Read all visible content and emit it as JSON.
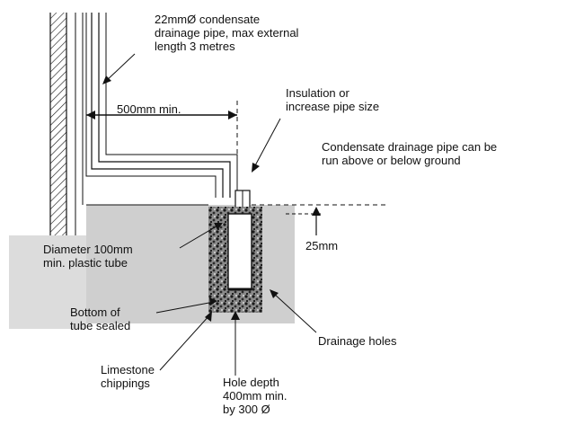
{
  "labels": {
    "pipe_spec": "22mmØ condensate\ndrainage pipe, max external\nlength 3 metres",
    "distance": "500mm min.",
    "insulation": "Insulation or\nincrease pipe size",
    "run_note": "Condensate drainage pipe can be\nrun above or below ground",
    "depth_offset": "25mm",
    "tube": "Diameter 100mm\nmin. plastic tube",
    "bottom": "Bottom of\ntube sealed",
    "holes": "Drainage holes",
    "limestone": "Limestone\nchippings",
    "hole_depth": "Hole depth\n400mm min.\nby 300 Ø"
  },
  "colors": {
    "ground": "#cfcfcf",
    "line": "#111111",
    "chippings": "#3a3a3a"
  }
}
